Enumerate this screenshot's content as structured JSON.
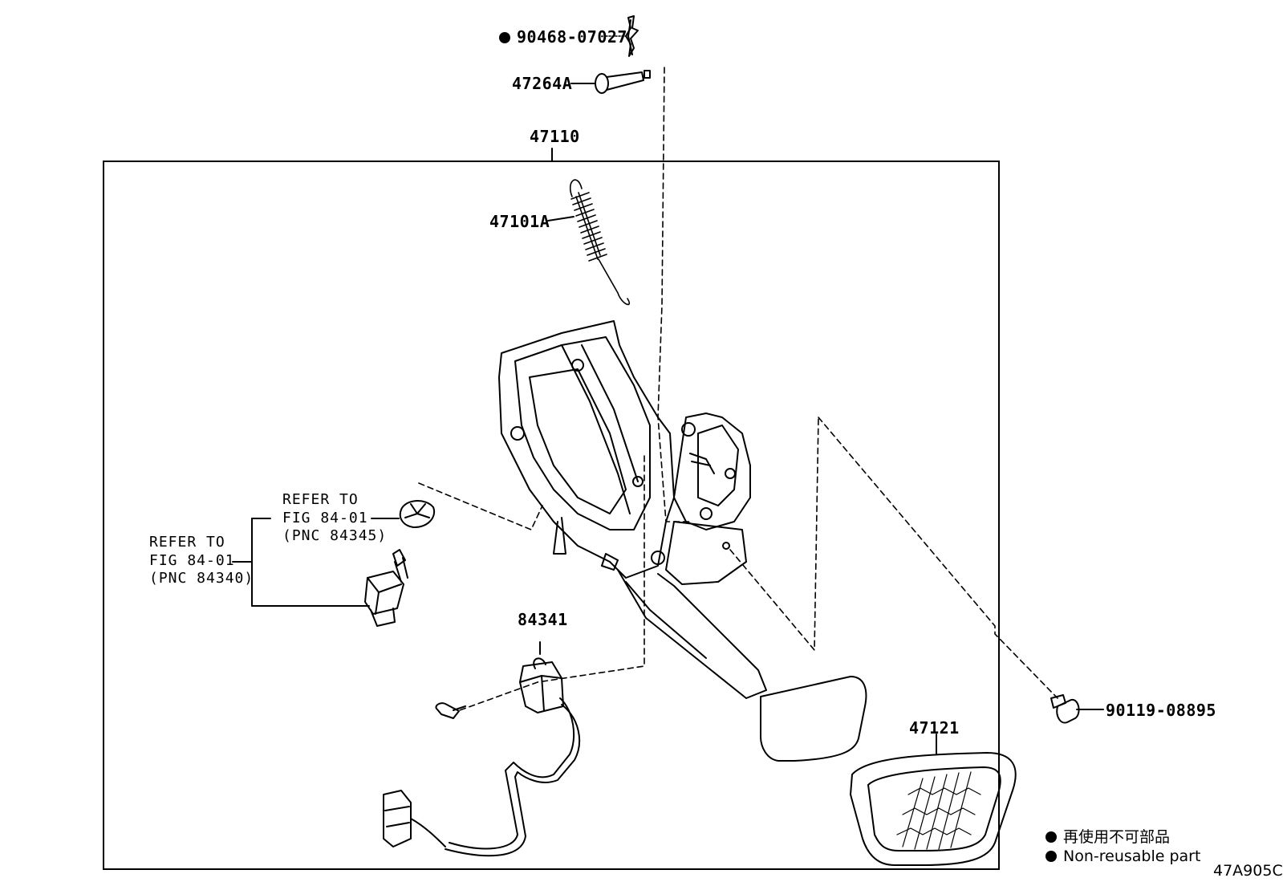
{
  "parts": {
    "clip": "90468-07027",
    "pin": "47264A",
    "pedal_assy": "47110",
    "spring": "47101A",
    "switch": "84341",
    "pad": "47121",
    "bolt": "90119-08895"
  },
  "notes": {
    "ref_upper": [
      "REFER TO",
      "FIG 84-01",
      "(PNC 84345)"
    ],
    "ref_lower": [
      "REFER TO",
      "FIG 84-01",
      "(PNC 84340)"
    ]
  },
  "legend": {
    "jp": "再使用不可部品",
    "en": "Non-reusable part"
  },
  "diagram_code": "47A905C",
  "colors": {
    "ink": "#000000",
    "paper": "#ffffff"
  }
}
